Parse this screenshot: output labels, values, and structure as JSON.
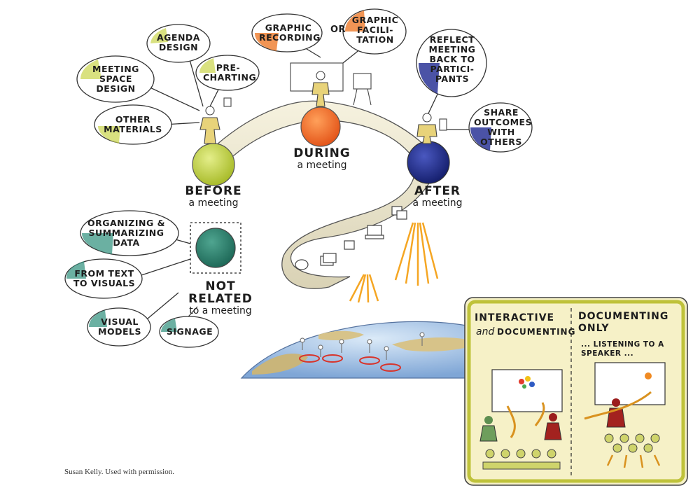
{
  "colors": {
    "before": "#b8c93a",
    "during": "#ee6a1a",
    "after": "#1f2a88",
    "not_related": "#2b7c6b",
    "path": "#efe9d2",
    "panel": "#f6f1c7",
    "panel_border": "#bfc23a",
    "figure": "#e8d37a",
    "glow": "#f6a52a"
  },
  "phases": {
    "before": {
      "title": "BEFORE",
      "sub": "a meeting"
    },
    "during": {
      "title": "DURING",
      "sub": "a meeting"
    },
    "after": {
      "title": "AFTER",
      "sub": "a meeting"
    },
    "not_related": {
      "title": "NOT RELATED",
      "sub": "to a meeting"
    }
  },
  "bubbles": {
    "agenda": "AGENDA DESIGN",
    "meeting_space": "MEETING SPACE DESIGN",
    "precharting": "PRE-CHARTING",
    "other_materials": "OTHER MATERIALS",
    "graphic_recording": "GRAPHIC RECORDING",
    "or": "OR",
    "graphic_facilitation": "GRAPHIC FACILI-TATION",
    "reflect": "REFLECT MEETING BACK TO PARTICI-PANTS",
    "share": "SHARE OUTCOMES WITH OTHERS",
    "organizing": "ORGANIZING & SUMMARIZING DATA",
    "text_to_visuals": "FROM TEXT TO VISUALS",
    "visual_models": "VISUAL MODELS",
    "signage": "SIGNAGE"
  },
  "panel": {
    "left_title": "INTERACTIVE",
    "left_and": "and",
    "left_title2": "DOCUMENTING",
    "right_title": "DOCUMENTING ONLY",
    "right_sub": "... LISTENING TO A SPEAKER ..."
  },
  "credit": "Susan Kelly. Used with permission."
}
